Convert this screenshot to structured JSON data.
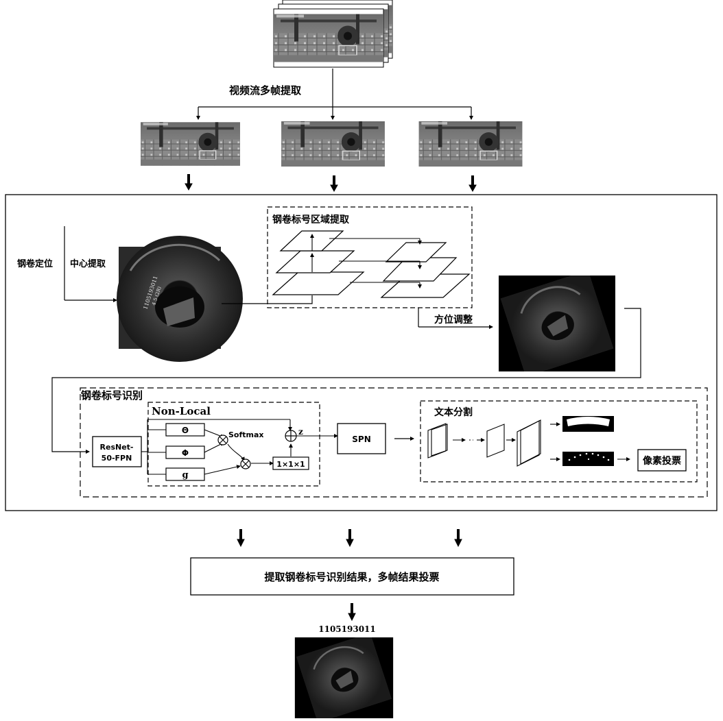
{
  "labels": {
    "video_extract": "视频流多帧提取",
    "coil_locate": "钢卷定位",
    "center_extract": "中心提取",
    "region_extract": "钢卷标号区域提取",
    "orientation_adjust": "方位调整",
    "recognition": "钢卷标号识别",
    "non_local": "Non-Local",
    "theta": "Θ",
    "phi": "Φ",
    "g": "g",
    "softmax": "Softmax",
    "z": "z",
    "conv": "1×1×1",
    "resnet_line1": "ResNet-",
    "resnet_line2": "50-FPN",
    "spn": "SPN",
    "text_seg": "文本分割",
    "pixel_vote": "像素投票",
    "result_box": "提取钢卷标号识别结果，多帧结果投票",
    "result_number": "1105193011"
  },
  "coil_text": {
    "line1": "1105193011",
    "line2": "4.5  (2R)"
  }
}
